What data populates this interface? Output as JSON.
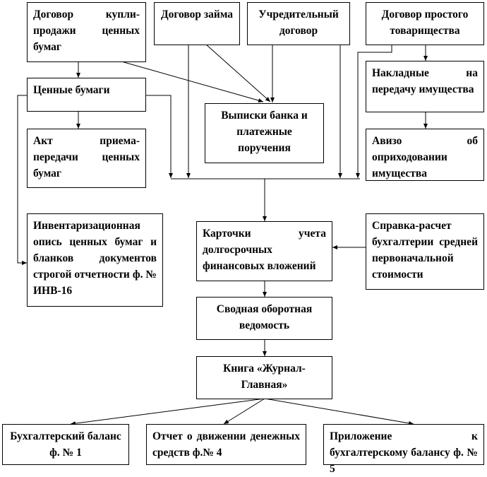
{
  "nodes": {
    "sale_contract": "Договор купли-продажи ценных бумаг",
    "loan_contract": "Договор займа",
    "founding_contract": "Учредительный договор",
    "partnership_contract": "Договор простого товарищества",
    "securities": "Ценные бумаги",
    "bank_statements": "Выписки банка и платежные поручения",
    "waybills": "Накладные на передачу имущества",
    "transfer_act": "Акт приема-передачи ценных бумаг",
    "advice_note": "Авизо об оприходовании имущества",
    "inventory": "Инвентаризационная опись ценных бумаг и бланков документов строгой отчетности ф. № ИНВ-16",
    "cards": "Карточки учета долгосрочных финансовых вложений",
    "reference_calc": "Справка-расчет бухгалтерии средней первоначальной стоимости",
    "turnover_sheet": "Сводная оборотная ведомость",
    "journal": "Книга «Журнал-Главная»",
    "balance": "Бухгалтерский баланс ф. № 1",
    "cash_flow": "Отчет о движении денежных средств ф.№ 4",
    "balance_appendix": "Приложение к бухгалтерскому балансу ф. № 5"
  }
}
